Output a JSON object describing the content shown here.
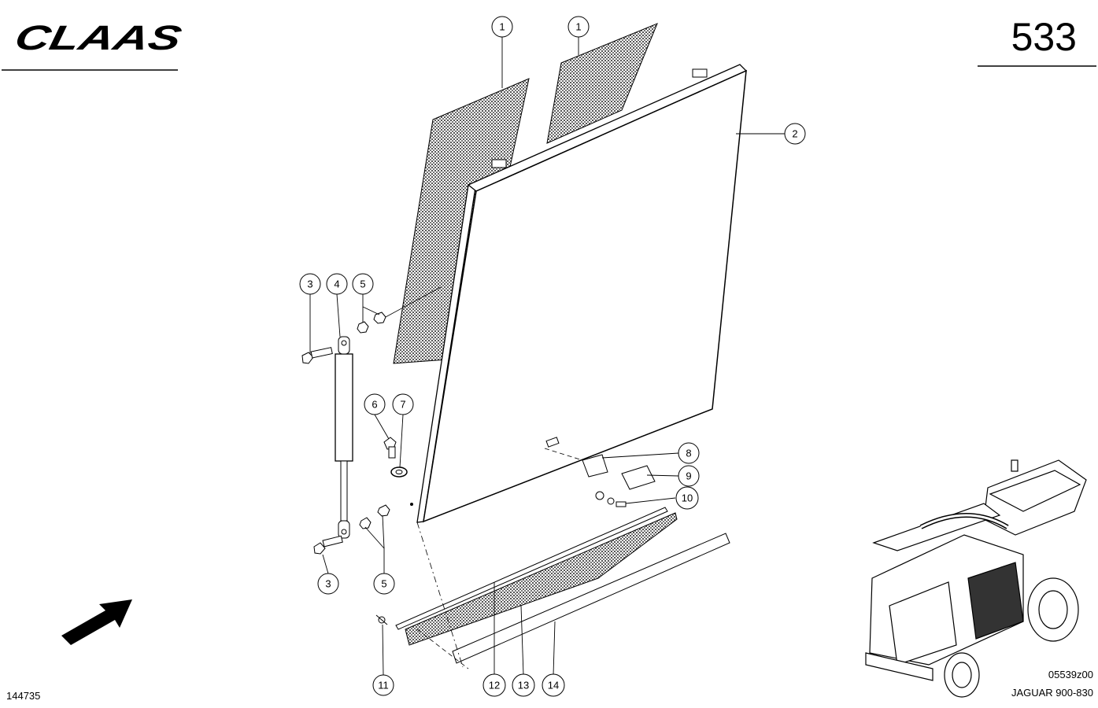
{
  "header": {
    "brand": "CLAAS",
    "page_number": "533"
  },
  "footer": {
    "doc_id": "144735",
    "drawing_code": "05539z00",
    "model": "JAGUAR 900-830"
  },
  "callouts": [
    {
      "id": "c1a",
      "text": "1"
    },
    {
      "id": "c1b",
      "text": "1"
    },
    {
      "id": "c2",
      "text": "2"
    },
    {
      "id": "c3a",
      "text": "3"
    },
    {
      "id": "c4",
      "text": "4"
    },
    {
      "id": "c5a",
      "text": "5"
    },
    {
      "id": "c6",
      "text": "6"
    },
    {
      "id": "c7",
      "text": "7"
    },
    {
      "id": "c8",
      "text": "8"
    },
    {
      "id": "c9",
      "text": "9"
    },
    {
      "id": "c10",
      "text": "10"
    },
    {
      "id": "c3b",
      "text": "3"
    },
    {
      "id": "c5b",
      "text": "5"
    },
    {
      "id": "c11",
      "text": "11"
    },
    {
      "id": "c12",
      "text": "12"
    },
    {
      "id": "c13",
      "text": "13"
    },
    {
      "id": "c14",
      "text": "14"
    }
  ],
  "colors": {
    "ink": "#000000",
    "paper": "#ffffff",
    "mesh": "#6e6e6e"
  }
}
